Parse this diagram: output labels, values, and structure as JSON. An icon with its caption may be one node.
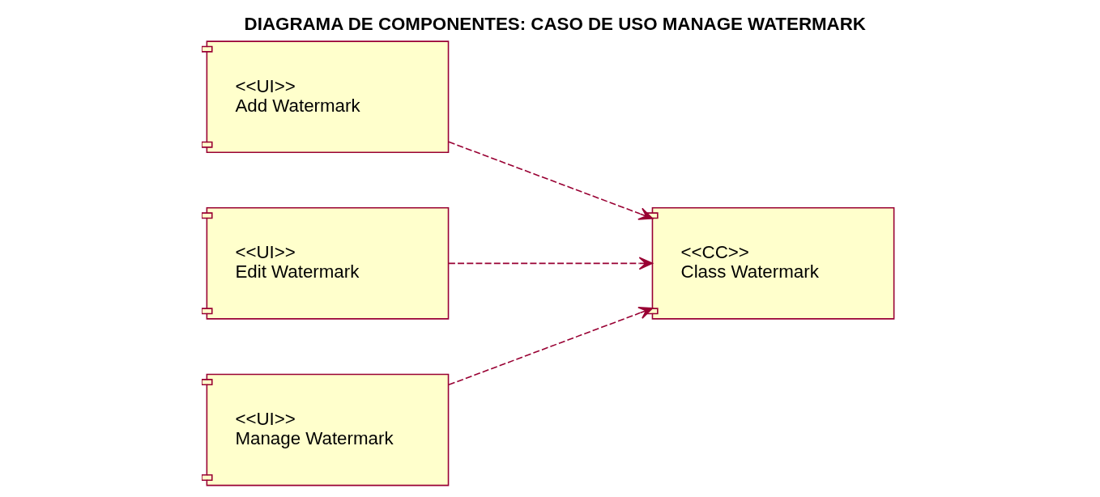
{
  "diagram": {
    "title": "DIAGRAMA DE COMPONENTES: CASO DE USO MANAGE WATERMARK",
    "nodes": [
      {
        "text": [
          "<<UI>>",
          "Add Watermark"
        ]
      },
      {
        "text": [
          "<<UI>>",
          "Edit Watermark"
        ]
      },
      {
        "text": [
          "<<UI>>",
          "Manage Watermark"
        ]
      },
      {
        "text": [
          "<<CC>>",
          "Class Watermark"
        ]
      }
    ],
    "edges": [
      {
        "from": 0,
        "to": 3,
        "arrow": "to",
        "style": "dashed"
      },
      {
        "from": 1,
        "to": 3,
        "arrow": "to",
        "style": "dashed"
      },
      {
        "from": 2,
        "to": 3,
        "arrow": "to",
        "style": "dashed"
      }
    ]
  }
}
